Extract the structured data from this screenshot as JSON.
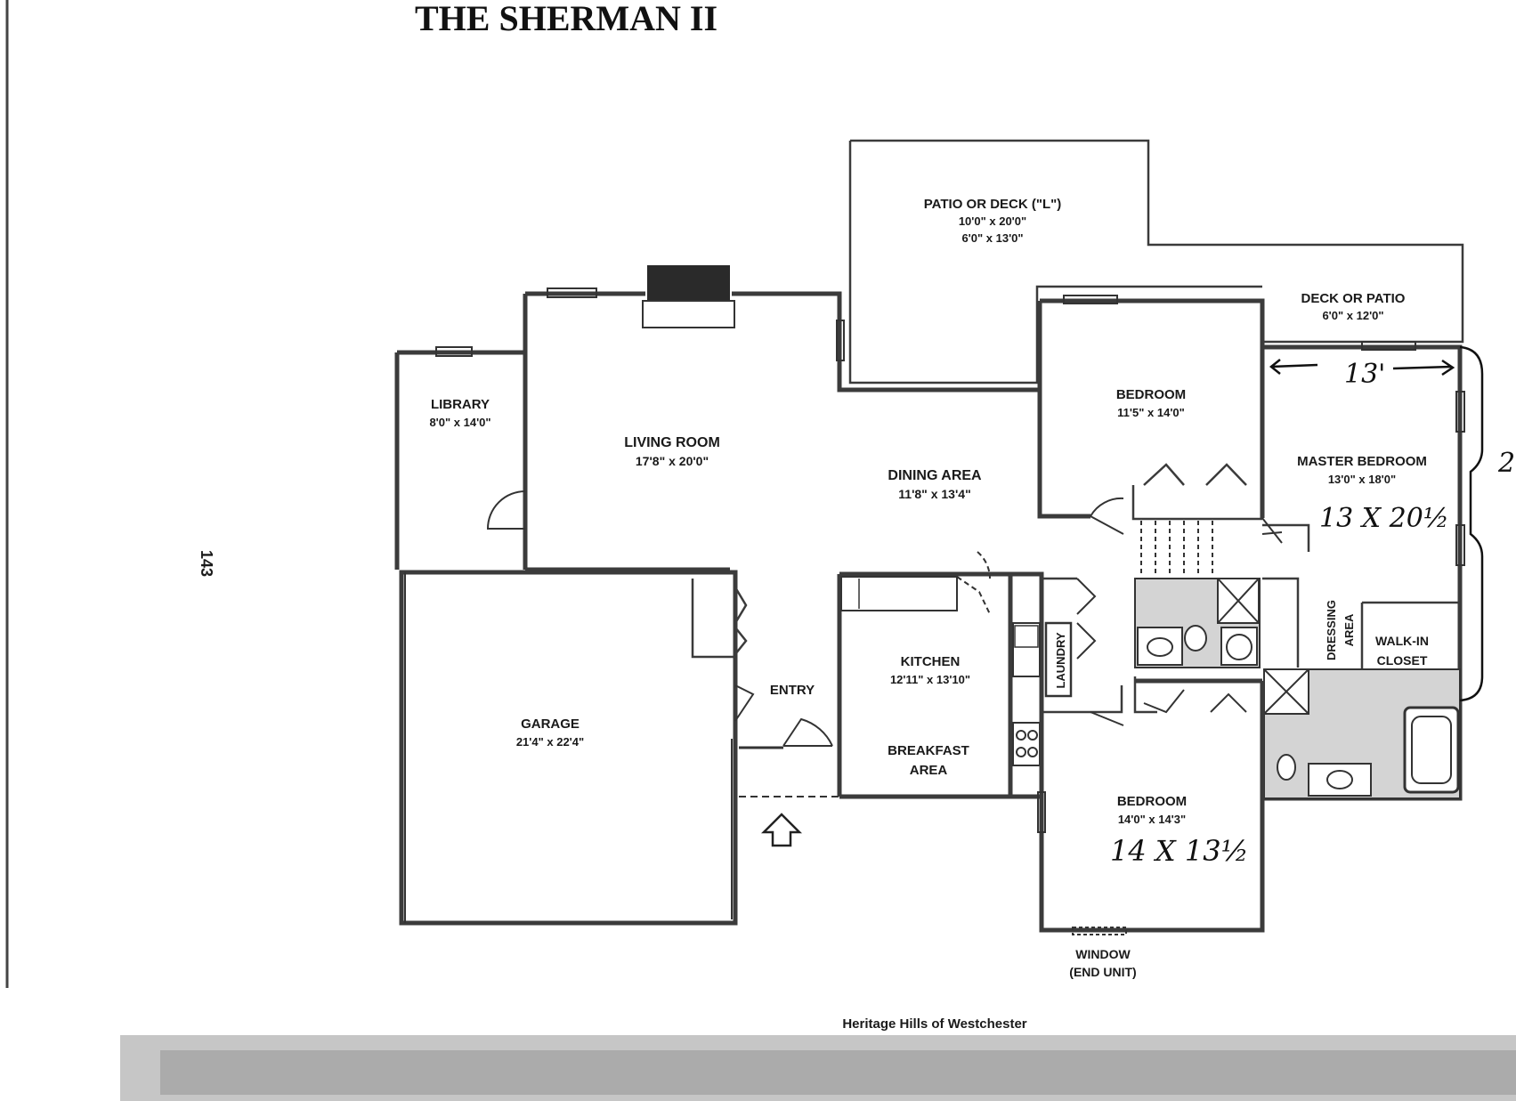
{
  "title": "THE SHERMAN II",
  "page_number": "143",
  "footer": "Heritage Hills of Westchester",
  "rooms": {
    "patio": {
      "name": "PATIO OR DECK (\"L\")",
      "dim1": "10'0\" x 20'0\"",
      "dim2": "6'0\" x 13'0\""
    },
    "deck": {
      "name": "DECK OR PATIO",
      "dim": "6'0\" x 12'0\""
    },
    "library": {
      "name": "LIBRARY",
      "dim": "8'0\" x 14'0\""
    },
    "living": {
      "name": "LIVING ROOM",
      "dim": "17'8\" x 20'0\""
    },
    "dining": {
      "name": "DINING AREA",
      "dim": "11'8\" x 13'4\""
    },
    "bedroom1": {
      "name": "BEDROOM",
      "dim": "11'5\" x 14'0\""
    },
    "master": {
      "name": "MASTER BEDROOM",
      "dim": "13'0\" x 18'0\""
    },
    "kitchen": {
      "name": "KITCHEN",
      "dim": "12'11\" x 13'10\""
    },
    "breakfast": {
      "name1": "BREAKFAST",
      "name2": "AREA"
    },
    "garage": {
      "name": "GARAGE",
      "dim": "21'4\" x 22'4\""
    },
    "entry": {
      "name": "ENTRY"
    },
    "laundry": {
      "name": "LAUNDRY"
    },
    "dressing": {
      "name1": "DRESSING",
      "name2": "AREA"
    },
    "walkin": {
      "name1": "WALK-IN",
      "name2": "CLOSET"
    },
    "bedroom2": {
      "name": "BEDROOM",
      "dim": "14'0\" x 14'3\""
    },
    "window": {
      "name1": "WINDOW",
      "name2": "(END UNIT)"
    }
  },
  "handwritten": {
    "master_width": "13'",
    "master_dims": "13 X 20½",
    "bedroom_dims": "14 X 13½",
    "edge_mark": "2"
  }
}
